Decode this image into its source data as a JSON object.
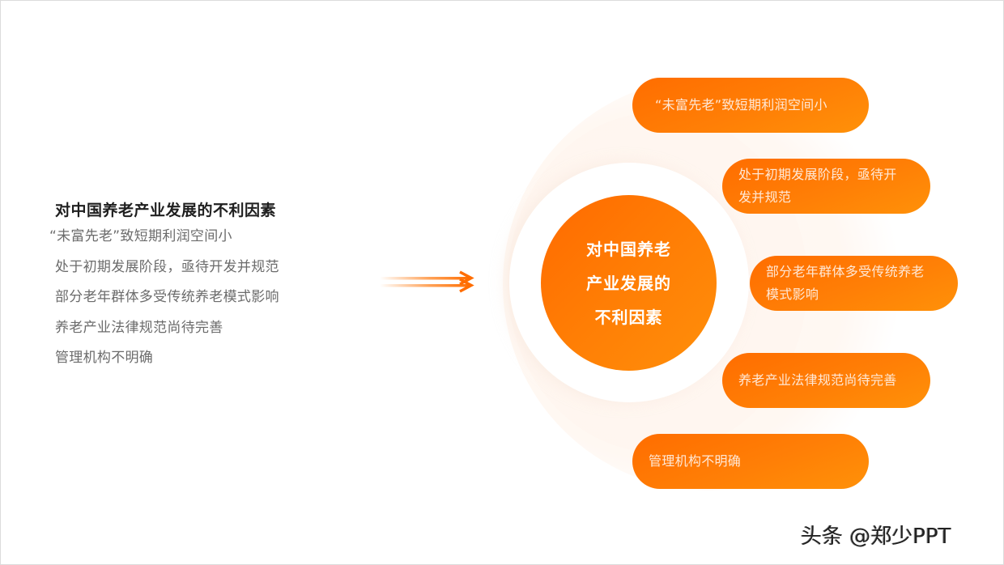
{
  "left_panel": {
    "title": "对中国养老产业发展的不利因素",
    "items": [
      "“未富先老”致短期利润空间小",
      "处于初期发展阶段，亟待开发并规范",
      "部分老年群体多受传统养老模式影响",
      "养老产业法律规范尚待完善",
      "管理机构不明确"
    ]
  },
  "arrow": {
    "icon": "double-arrow-right-icon",
    "color": "#ff7a10"
  },
  "center": {
    "lines": [
      "对中国养老",
      "产业发展的",
      "不利因素"
    ],
    "color": "#ff7a05"
  },
  "pills": [
    {
      "lines": [
        "“未富先老”致短期利润空间小"
      ]
    },
    {
      "lines": [
        "处于初期发展阶段，亟待开",
        "发并规范"
      ]
    },
    {
      "lines": [
        "部分老年群体多受传统养老",
        "模式影响"
      ]
    },
    {
      "lines": [
        "养老产业法律规范尚待完善"
      ]
    },
    {
      "lines": [
        "管理机构不明确"
      ]
    }
  ],
  "colors": {
    "accent": "#ff7a05",
    "accent_dark": "#ff6a00",
    "accent_light": "#ff9108",
    "title_text": "#1f1f1f",
    "body_text": "#6b6b6b"
  },
  "watermark": "头条 @郑少PPT"
}
